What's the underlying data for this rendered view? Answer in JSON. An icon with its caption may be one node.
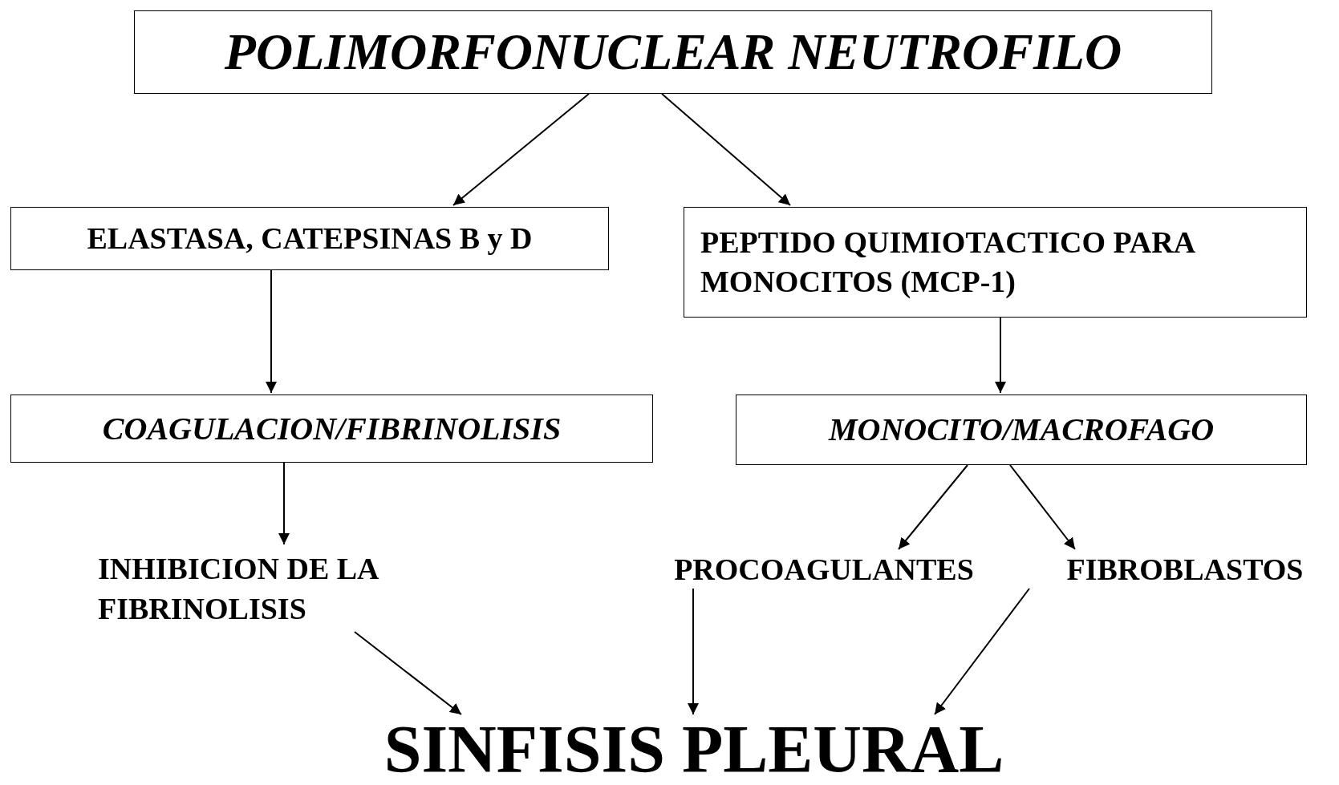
{
  "diagram": {
    "nodes": [
      {
        "text": [
          "POLIMORFONUCLEAR NEUTROFILO"
        ]
      },
      {
        "text": [
          "ELASTASA, CATEPSINAS B y D"
        ]
      },
      {
        "text": [
          "PEPTIDO QUIMIOTACTICO PARA MONOCITOS (MCP-1)"
        ]
      },
      {
        "text": [
          "COAGULACION/FIBRINOLISIS"
        ]
      },
      {
        "text": [
          "MONOCITO/MACROFAGO"
        ]
      },
      {
        "text": [
          "INHIBICION DE LA FIBRINOLISIS"
        ]
      },
      {
        "text": [
          "PROCOAGULANTES"
        ]
      },
      {
        "text": [
          "FIBROBLASTOS"
        ]
      },
      {
        "text": [
          "SINFISIS PLEURAL"
        ]
      }
    ],
    "edges": [
      {
        "from": 0,
        "to": 1,
        "arrow": "to"
      },
      {
        "from": 0,
        "to": 2,
        "arrow": "to"
      },
      {
        "from": 1,
        "to": 3,
        "arrow": "to"
      },
      {
        "from": 2,
        "to": 4,
        "arrow": "to"
      },
      {
        "from": 3,
        "to": 5,
        "arrow": "to"
      },
      {
        "from": 4,
        "to": 6,
        "arrow": "to"
      },
      {
        "from": 4,
        "to": 7,
        "arrow": "to"
      },
      {
        "from": 5,
        "to": 8,
        "arrow": "to"
      },
      {
        "from": 6,
        "to": 8,
        "arrow": "to"
      },
      {
        "from": 7,
        "to": 8,
        "arrow": "to"
      }
    ]
  }
}
